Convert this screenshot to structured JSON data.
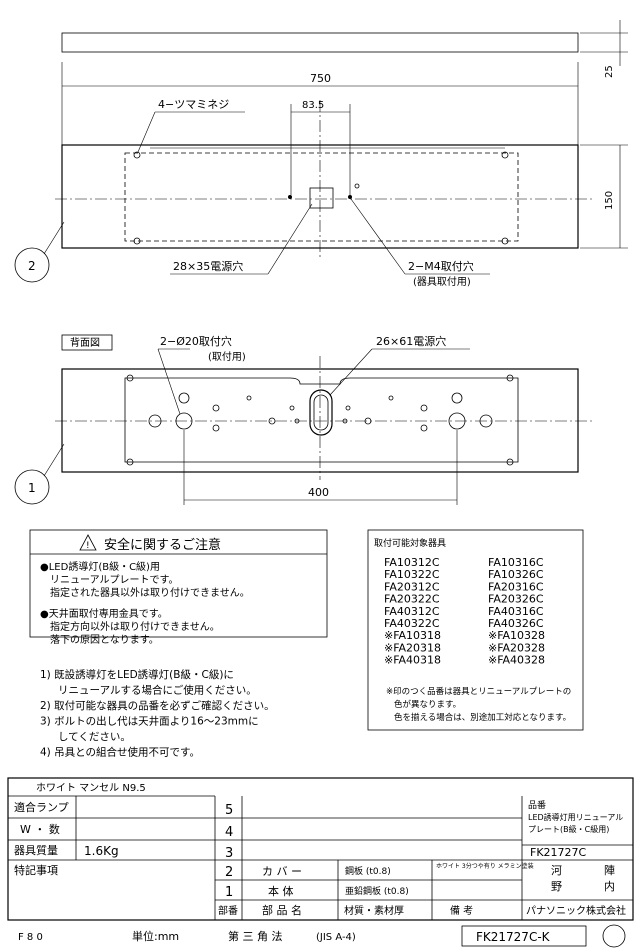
{
  "top_view": {
    "dim_thickness": "25",
    "dim_length": "750",
    "dim_pitch": "83.5",
    "dim_height": "150",
    "label_screws": "4−ツマミネジ",
    "label_power_hole": "28×35電源穴",
    "label_m4": "2−M4取付穴",
    "label_m4_sub": "(器具取付用)",
    "balloon": "2"
  },
  "back_view": {
    "title": "背面図",
    "label_mount_hole": "2−Ø20取付穴",
    "label_mount_sub": "(取付用)",
    "label_power_hole": "26×61電源穴",
    "dim_spacing": "400",
    "balloon": "1"
  },
  "safety": {
    "title": "安全に関するご注意",
    "lines": [
      "●LED誘導灯(B級・C級)用",
      "リニューアルプレートです。",
      "指定された器具以外は取り付けできません。",
      "●天井面取付専用金具です。",
      "指定方向以外は取り付けできません。",
      "落下の原因となります。"
    ]
  },
  "compat": {
    "title": "取付可能対象器具",
    "col1": [
      "FA10312C",
      "FA10322C",
      "FA20312C",
      "FA20322C",
      "FA40312C",
      "FA40322C",
      "※FA10318",
      "※FA20318",
      "※FA40318"
    ],
    "col2": [
      "FA10316C",
      "FA10326C",
      "FA20316C",
      "FA20326C",
      "FA40316C",
      "FA40326C",
      "※FA10328",
      "※FA20328",
      "※FA40328"
    ],
    "notes": [
      "※印のつく品番は器具とリニューアルプレートの",
      "色が異なります。",
      "色を揃える場合は、別途加工対応となります。"
    ]
  },
  "notes": [
    "1) 既設誘導灯をLED誘導灯(B級・C級)に",
    "リニューアルする場合にご使用ください。",
    "2) 取付可能な器具の品番を必ずご確認ください。",
    "3) ボルトの出し代は天井面より16〜23mmに",
    "してください。",
    "4) 吊具との組合せ使用不可です。"
  ],
  "title_block": {
    "finish": "ホワイト マンセル N9.5",
    "lamp_label": "適合ランプ",
    "watt_label": "W ・ 数",
    "mass_label": "器具質量",
    "mass_value": "1.6Kg",
    "remarks_label": "特記事項",
    "rows": [
      "5",
      "4",
      "3",
      "2",
      "1"
    ],
    "part2_name": "カ バ ー",
    "part2_material": "鋼板 (t0.8)",
    "part2_note": "ホワイト 3分つや有り メラミン塗装",
    "part1_name": "本 体",
    "part1_material": "亜鉛鋼板 (t0.8)",
    "header_no": "部番",
    "header_name": "部 品 名",
    "header_material": "材質・素材厚",
    "header_note": "備 考",
    "model_label": "品番",
    "model_desc1": "LED誘導灯用リニューアル",
    "model_desc2": "プレート(B級・C級用)",
    "model_no": "FK21727C",
    "sign1a": "河",
    "sign1b": "陣",
    "sign2a": "野",
    "sign2b": "内",
    "company": "パナソニック株式会社"
  },
  "footer": {
    "code": "F 8 0",
    "unit": "単位:mm",
    "projection": "第 三 角 法",
    "standard": "(JIS A-4)",
    "drawing_no": "FK21727C-K"
  }
}
